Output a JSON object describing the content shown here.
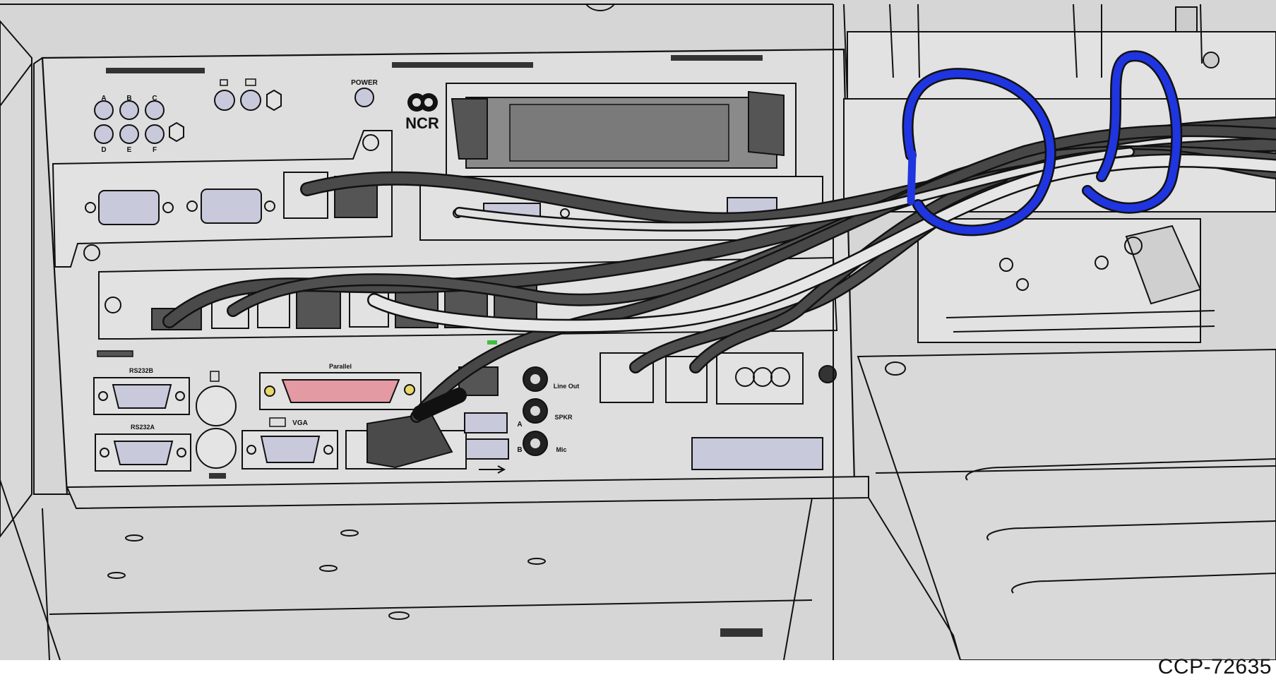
{
  "figure_id": "CCP-72635",
  "brand": "NCR",
  "panel_labels": {
    "led_a": "A",
    "led_b": "B",
    "led_c": "C",
    "led_d": "D",
    "led_e": "E",
    "led_f": "F",
    "power": "POWER",
    "rs232b": "RS232B",
    "rs232a": "RS232A",
    "parallel": "Parallel",
    "vga": "VGA",
    "line_out": "Line Out",
    "spkr": "SPKR",
    "mic": "Mic",
    "audio_a": "A",
    "audio_b": "B"
  },
  "colors": {
    "chassis": "#d9d9d9",
    "port_fill": "#c9c9dc",
    "parallel_pins": "#e39aa3",
    "cable_dark": "#4a4a4a",
    "cable_light": "#e6e6e6",
    "cable_blue": "#1f35e0",
    "status_led": "#3fbf3f"
  }
}
